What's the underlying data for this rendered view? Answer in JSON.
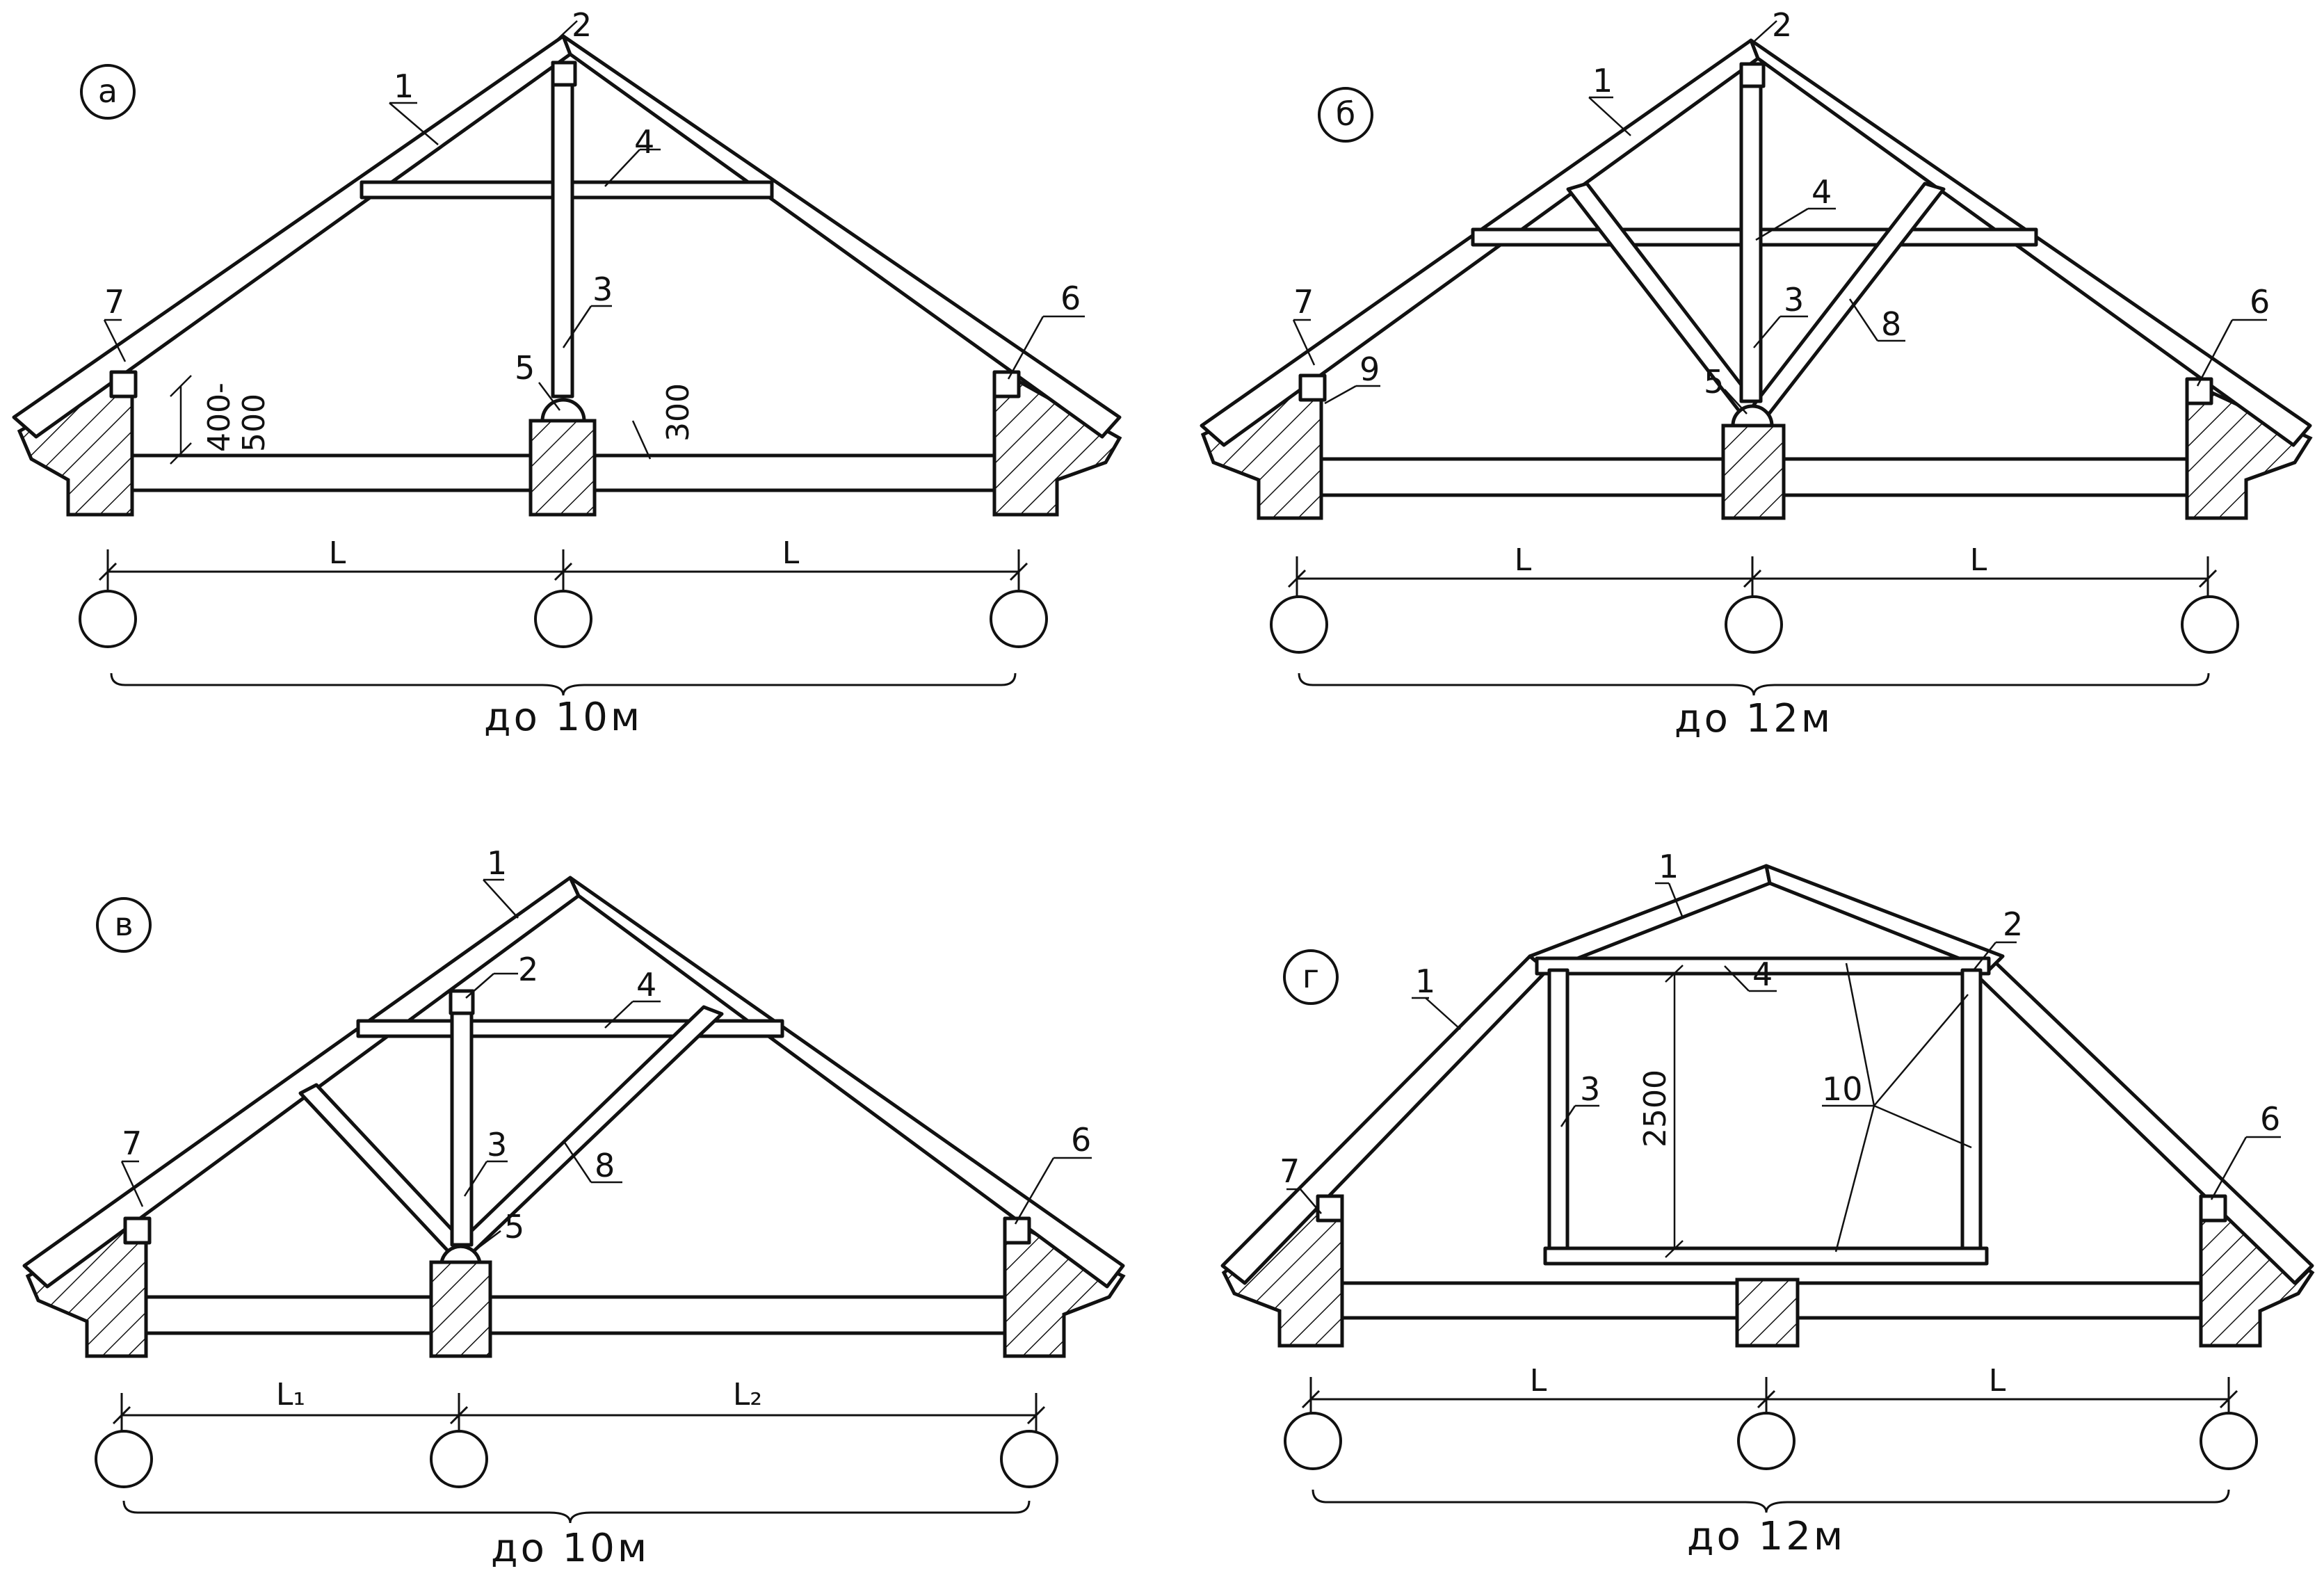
{
  "panels": [
    {
      "id": "a",
      "letter": "а",
      "labels": [
        "1",
        "2",
        "3",
        "4",
        "5",
        "6",
        "7"
      ],
      "dims": {
        "eave": "400-\n500",
        "post": "300",
        "span_left": "L",
        "span_right": "L",
        "total": "до 10м"
      }
    },
    {
      "id": "b",
      "letter": "б",
      "labels": [
        "1",
        "2",
        "3",
        "4",
        "5",
        "6",
        "7",
        "8",
        "9"
      ],
      "dims": {
        "span_left": "L",
        "span_right": "L",
        "total": "до 12м"
      }
    },
    {
      "id": "v",
      "letter": "в",
      "labels": [
        "1",
        "2",
        "3",
        "4",
        "5",
        "6",
        "7",
        "8"
      ],
      "dims": {
        "span_left": "L₁",
        "span_right": "L₂",
        "total": "до 10м"
      }
    },
    {
      "id": "g",
      "letter": "г",
      "labels": [
        "1",
        "1",
        "2",
        "3",
        "4",
        "6",
        "7",
        "10"
      ],
      "dims": {
        "height": "2500",
        "span_left": "L",
        "span_right": "L",
        "total": "до 12м"
      }
    }
  ]
}
